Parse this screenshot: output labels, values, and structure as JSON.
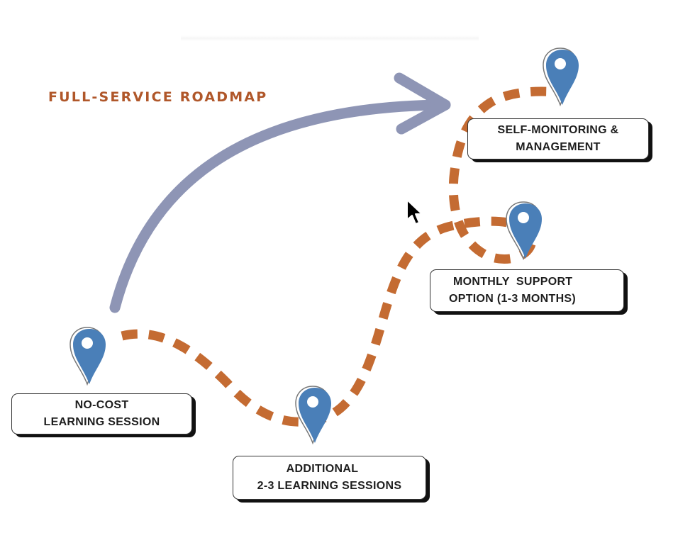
{
  "title": "FULL-SERVICE ROADMAP",
  "colors": {
    "title": "#b0572a",
    "path": "#c46b32",
    "arrow": "#8e95b5",
    "pin": "#4a7fb8",
    "card_border": "#333333"
  },
  "steps": [
    {
      "line1": "NO-COST",
      "line2": "LEARNING SESSION",
      "icon": "map-pin-icon"
    },
    {
      "line1": "ADDITIONAL",
      "line2": "2-3 LEARNING SESSIONS",
      "icon": "map-pin-icon"
    },
    {
      "line1": "MONTHLY  SUPPORT",
      "line2": "OPTION (1-3 MONTHS)",
      "icon": "map-pin-icon"
    },
    {
      "line1": "SELF-MONITORING &",
      "line2": "MANAGEMENT",
      "icon": "map-pin-icon"
    }
  ],
  "decorations": {
    "progress_arrow": "curved-arrow-icon",
    "mouse_cursor": "pointer-cursor-icon"
  }
}
